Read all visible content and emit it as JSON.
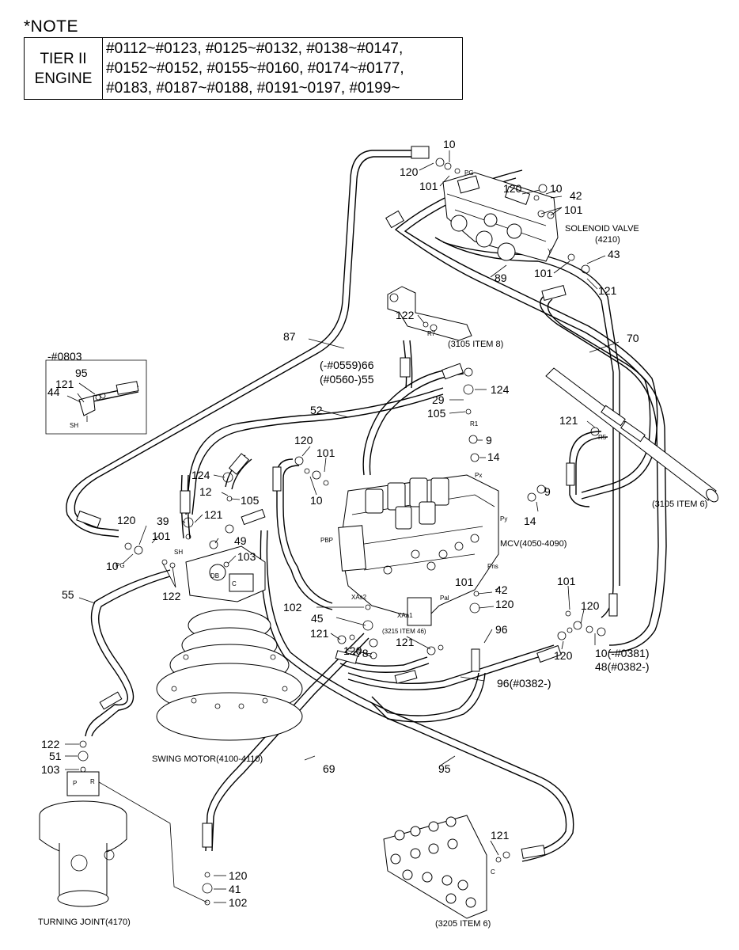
{
  "note": {
    "title": "*NOTE",
    "tier_label_1": "TIER II",
    "tier_label_2": "ENGINE",
    "serial_lines": [
      "#0112~#0123, #0125~#0132, #0138~#0147,",
      "#0152~#0152, #0155~#0160, #0174~#0177,",
      "#0183, #0187~#0188, #0191~0197, #0199~"
    ]
  },
  "components": {
    "solenoid_valve_name": "SOLENOID VALVE",
    "solenoid_valve_code": "(4210)",
    "mcv": "MCV(4050-4090)",
    "swing_motor": "SWING MOTOR(4100-4110)",
    "turning_joint": "TURNING JOINT(4170)",
    "ref_3105_item8": "(3105 ITEM 8)",
    "ref_3105_item6": "(3105 ITEM 6)",
    "ref_3215_item46": "(3215 ITEM 46)",
    "ref_3205_item6": "(3205 ITEM 6)",
    "inset_serial": "-#0803"
  },
  "port_labels": {
    "pg_top": "PG",
    "pg_left": "PG",
    "r7": "R7",
    "r1": "R1",
    "r5": "R5",
    "px": "Px",
    "py": "Py",
    "pns": "Pns",
    "pal": "Pal",
    "pbp": "PBP",
    "xas2": "XAs2",
    "xaa1": "XAa1",
    "sh_motor": "SH",
    "sh_inset": "SH",
    "db": "DB",
    "c_swing": "C",
    "c_block": "C",
    "y_sol": "Y",
    "tj_p": "P",
    "tj_r": "R"
  },
  "callouts": {
    "c10_top": "10",
    "c120_top": "120",
    "c101_top": "101",
    "c120_sol": "120",
    "c10_sol": "10",
    "c42_sol": "42",
    "c101_sol": "101",
    "c43": "43",
    "c101_sol_lower": "101",
    "c89": "89",
    "c121_sol": "121",
    "c87": "87",
    "c70": "70",
    "c122_top": "122",
    "c66": "(-#0559)66",
    "c55_upper": "(#0560-)55",
    "c124_right": "124",
    "c29": "29",
    "c105_right": "105",
    "c52": "52",
    "c95_inset": "95",
    "c121_inset": "121",
    "c44_inset": "44",
    "c9_upper": "9",
    "c14_upper": "14",
    "c121_r5": "121",
    "c9_lower": "9",
    "c14_lower": "14",
    "c120_mid": "120",
    "c101_mid": "101",
    "c10_mid": "10",
    "c124_left": "124",
    "c12": "12",
    "c105_left": "105",
    "c39": "39",
    "c121_left": "121",
    "c120_left": "120",
    "c101_left": "101",
    "c49": "49",
    "c10_left": "10",
    "c103_swing": "103",
    "c122_swing": "122",
    "c55_lower": "55",
    "c102": "102",
    "c45": "45",
    "c42_mcv": "42",
    "c120_mcv": "120",
    "c101_mcv": "101",
    "c101_right": "101",
    "c120_right_a": "120",
    "c121_mcv_l": "121",
    "c121_mcv_r": "121",
    "c120_mcv_low": "120",
    "c78": "78",
    "c96": "96",
    "c120_right_b": "120",
    "c10_range": "10(-#0381)",
    "c48_range": "48(#0382-)",
    "c96_range": "96(#0382-)",
    "c122_tj": "122",
    "c51": "51",
    "c103_tj": "103",
    "c69": "69",
    "c95_lower": "95",
    "c121_block": "121",
    "c120_bottom": "120",
    "c41": "41",
    "c102_bottom": "102"
  }
}
